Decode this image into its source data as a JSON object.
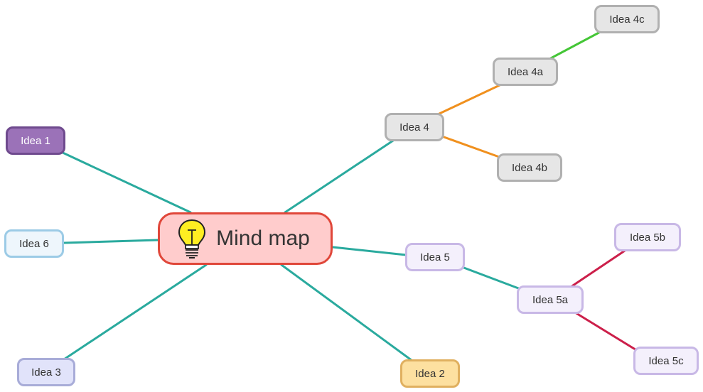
{
  "diagram": {
    "root": {
      "label": "Mind map",
      "icon": "lightbulb-icon",
      "fill": "#ffcccc",
      "border": "#e0473a"
    },
    "nodes": [
      {
        "id": "idea1",
        "label": "Idea 1",
        "fill": "#9b72b8",
        "border": "#6f4a8e",
        "text": "#ffffff"
      },
      {
        "id": "idea2",
        "label": "Idea 2",
        "fill": "#fde0a0",
        "border": "#e0b060",
        "text": "#333333"
      },
      {
        "id": "idea3",
        "label": "Idea 3",
        "fill": "#e1e3fa",
        "border": "#a8acd8",
        "text": "#333333"
      },
      {
        "id": "idea4",
        "label": "Idea 4",
        "fill": "#e6e6e6",
        "border": "#b0b0b0",
        "text": "#333333"
      },
      {
        "id": "idea4a",
        "label": "Idea 4a",
        "fill": "#e6e6e6",
        "border": "#b0b0b0",
        "text": "#333333"
      },
      {
        "id": "idea4b",
        "label": "Idea 4b",
        "fill": "#e6e6e6",
        "border": "#b0b0b0",
        "text": "#333333"
      },
      {
        "id": "idea4c",
        "label": "Idea 4c",
        "fill": "#e6e6e6",
        "border": "#b0b0b0",
        "text": "#333333"
      },
      {
        "id": "idea5",
        "label": "Idea 5",
        "fill": "#f4f0fc",
        "border": "#c8b8e6",
        "text": "#333333"
      },
      {
        "id": "idea5a",
        "label": "Idea 5a",
        "fill": "#f4f0fc",
        "border": "#c8b8e6",
        "text": "#333333"
      },
      {
        "id": "idea5b",
        "label": "Idea 5b",
        "fill": "#f4f0fc",
        "border": "#c8b8e6",
        "text": "#333333"
      },
      {
        "id": "idea5c",
        "label": "Idea 5c",
        "fill": "#f4f0fc",
        "border": "#c8b8e6",
        "text": "#333333"
      },
      {
        "id": "idea6",
        "label": "Idea 6",
        "fill": "#eef6fc",
        "border": "#9ccbe6",
        "text": "#333333"
      }
    ],
    "edges": [
      {
        "from": "root",
        "to": "idea1",
        "color": "#2aaa9e"
      },
      {
        "from": "root",
        "to": "idea2",
        "color": "#2aaa9e"
      },
      {
        "from": "root",
        "to": "idea3",
        "color": "#2aaa9e"
      },
      {
        "from": "root",
        "to": "idea4",
        "color": "#2aaa9e"
      },
      {
        "from": "root",
        "to": "idea5",
        "color": "#2aaa9e"
      },
      {
        "from": "root",
        "to": "idea6",
        "color": "#2aaa9e"
      },
      {
        "from": "idea4",
        "to": "idea4a",
        "color": "#f0901e"
      },
      {
        "from": "idea4",
        "to": "idea4b",
        "color": "#f0901e"
      },
      {
        "from": "idea4a",
        "to": "idea4c",
        "color": "#44c636"
      },
      {
        "from": "idea5",
        "to": "idea5a",
        "color": "#2aaa9e"
      },
      {
        "from": "idea5a",
        "to": "idea5b",
        "color": "#cc1f4a"
      },
      {
        "from": "idea5a",
        "to": "idea5c",
        "color": "#cc1f4a"
      }
    ]
  }
}
